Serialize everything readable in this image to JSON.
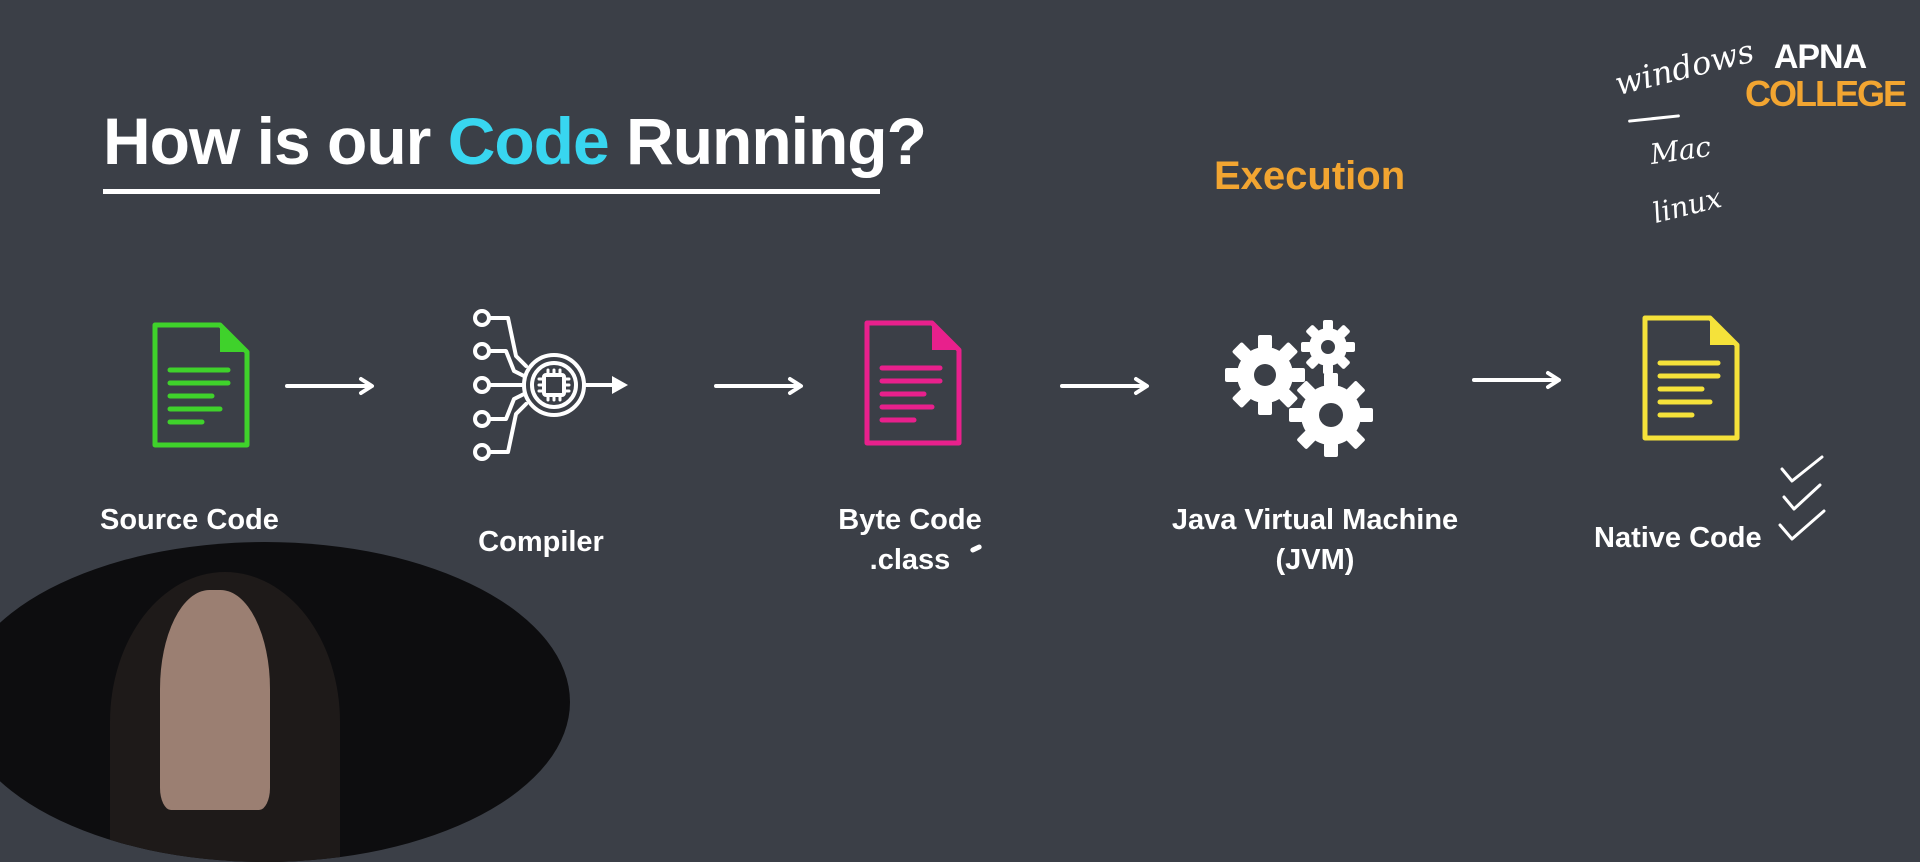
{
  "title": {
    "prefix": "How is our ",
    "highlight": "Code",
    "suffix": " Running?"
  },
  "section_label": "Execution",
  "logo": {
    "line1": "APNA",
    "line2": "COLLEGE"
  },
  "annotations": {
    "windows": "windows",
    "mac": "Mac",
    "linux": "linux"
  },
  "steps": [
    {
      "label_line1": "Source Code",
      "label_line2": "",
      "icon": "document-icon",
      "color": "#3fd22b"
    },
    {
      "label_line1": "Compiler",
      "label_line2": "",
      "icon": "compiler-chip-icon",
      "color": "#ffffff"
    },
    {
      "label_line1": "Byte Code",
      "label_line2": ".class",
      "icon": "document-icon",
      "color": "#e8208c"
    },
    {
      "label_line1": "Java Virtual Machine",
      "label_line2": "(JVM)",
      "icon": "gears-icon",
      "color": "#ffffff"
    },
    {
      "label_line1": "Native Code",
      "label_line2": "",
      "icon": "document-icon",
      "color": "#f5e23a"
    }
  ],
  "colors": {
    "background": "#3b3f47",
    "accent_cyan": "#38d6f0",
    "accent_orange": "#f2a531"
  }
}
